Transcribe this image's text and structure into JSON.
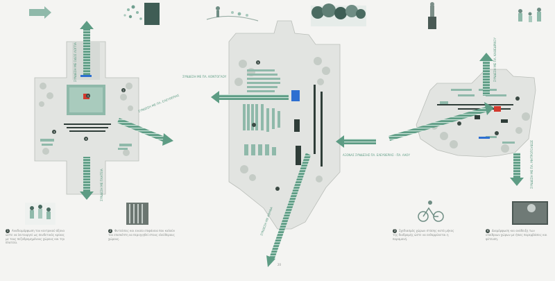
{
  "labels": {
    "link_north_left": "ΣΥΝΔΕΣΗ ΜΕ ΟΔΟΣ ΛΟΓΓΙΑ",
    "link_east_left": "ΣΥΝΔΕΣΗ ΜΕ ΠΛ. ΕΛΕΥΘΕΡΙΑΣ",
    "link_south_left": "ΣΥΝΔΕΣΗ ΜΕ ΠΛΑΤΕΙΑ",
    "link_north_mid": "ΣΥΝΔΕΣΗ ΜΕ ΠΛ. ΚΟΝΤΟΓΛΟΥ",
    "link_axis_mid": "ΑΞΟΝΑΣ ΣΥΝΔΕΣΗΣ ΠΛ. ΕΛΕΥΘΕΡΙΑΣ - ΠΛ. ΛΑΟΥ",
    "link_south_mid": "ΣΥΝΔΕΣΗ ΜΕ ΑΘΗΝΑ",
    "link_north_right": "ΣΥΝΔΕΣΗ ΜΕ ΠΛ. ΚΑΘΕΔΡΙΚΟΥ",
    "link_south_right": "ΣΥΝΔΕΣΗ ΜΕ ΠΛ. ΜΗΤΡΟΠΟΛΕΩΣ"
  },
  "markers": [
    "1",
    "2",
    "3",
    "4",
    "5"
  ],
  "notes": [
    {
      "num": "1",
      "text": "Αναδιαμόρφωση του κεντρικού άξονα ώστε να λειτουργεί ως συνδετικός κρίκος με τους πεζοδρομημένους χώρους και την πλατεία."
    },
    {
      "num": "2",
      "text": "Φυτεύσεις και ενιαία επιφάνεια που καλούν τον επισκέπτη να περιηγηθεί στους ελεύθερους χώρους."
    },
    {
      "num": "3",
      "text": "Σχεδιασμός χώρων στάσης κατά μήκος της διαδρομής ώστε να ενθαρρύνεται η παραμονή."
    },
    {
      "num": "4",
      "text": "Διαμόρφωση και ανάδειξη των υπαίθριων χώρων με ήπιες παρεμβάσεις και φύτευση."
    }
  ],
  "page_number": "20"
}
